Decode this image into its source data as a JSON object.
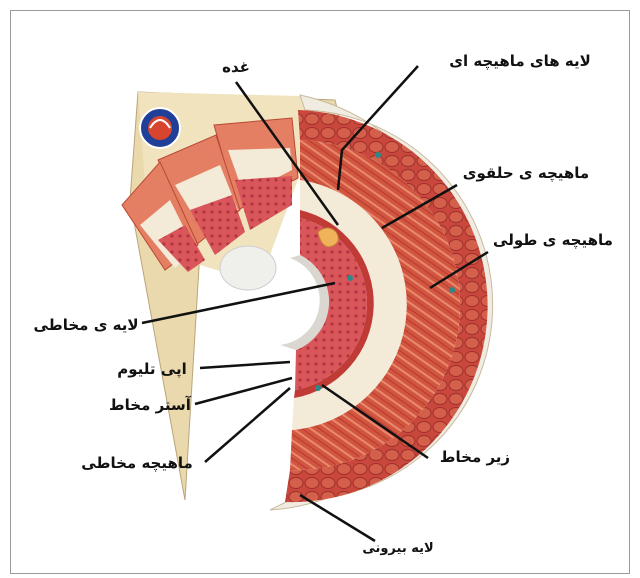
{
  "labels": {
    "gland": "غده",
    "muscle_layers": "لایه های ماهیچه ای",
    "circular_muscle": "ماهیچه ی حلقوی",
    "longitudinal_muscle": "ماهیچه ی طولی",
    "mucosa": "لایه ی مخاطی",
    "epithelium": "اپی تلیوم",
    "lamina_propria": "آستر مخاط",
    "muscularis_mucosae": "ماهیچه مخاطی",
    "submucosa": "زیر مخاط",
    "serosa": "لایه بیرونی"
  },
  "colors": {
    "muscle": "#c8433a",
    "muscle_light": "#e27b64",
    "submucosa": "#f2e9d8",
    "mucosa": "#d9565a",
    "base": "#e9dcb4",
    "gland": "#f0b35a",
    "lumen": "#d9d7cf"
  }
}
